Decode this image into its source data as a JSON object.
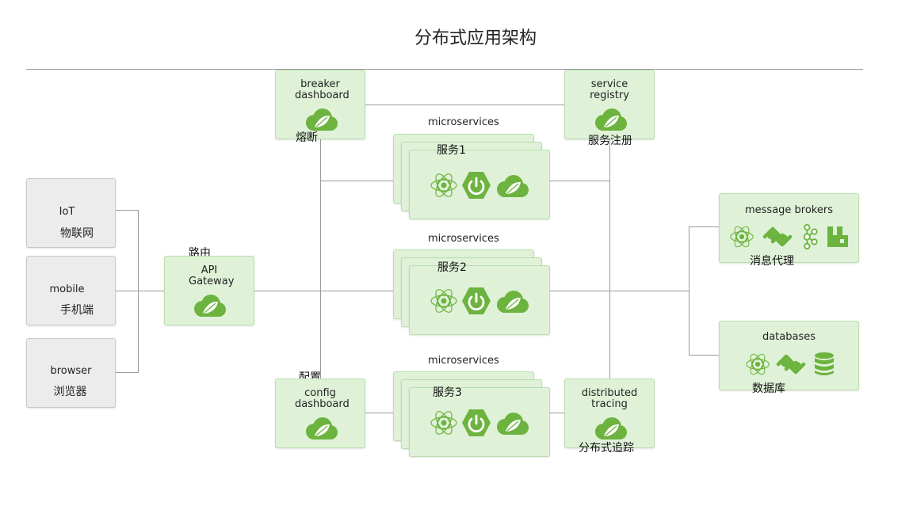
{
  "title": "分布式应用架构",
  "clients": [
    {
      "label": "IoT",
      "cn": "物联网"
    },
    {
      "label": "mobile",
      "cn": "手机端"
    },
    {
      "label": "browser",
      "cn": "浏览器"
    }
  ],
  "gateway": {
    "label": "API Gateway",
    "cn": "路由"
  },
  "breaker": {
    "label": "breaker dashboard",
    "cn": "熔断"
  },
  "registry": {
    "label": "service registry",
    "cn": "服务注册"
  },
  "config": {
    "label": "config dashboard",
    "cn": "配置"
  },
  "tracing": {
    "label": "distributed tracing",
    "cn": "分布式追踪"
  },
  "services": [
    {
      "caption": "microservices",
      "cn": "服务1"
    },
    {
      "caption": "microservices",
      "cn": "服务2"
    },
    {
      "caption": "microservices",
      "cn": "服务3"
    }
  ],
  "brokers": {
    "label": "message brokers",
    "cn": "消息代理"
  },
  "databases": {
    "label": "databases",
    "cn": "数据库"
  },
  "colors": {
    "box_fill": "#dff2d8",
    "box_border": "#b9dfae",
    "icon_green": "#6db33f",
    "client_fill": "#ececec"
  }
}
